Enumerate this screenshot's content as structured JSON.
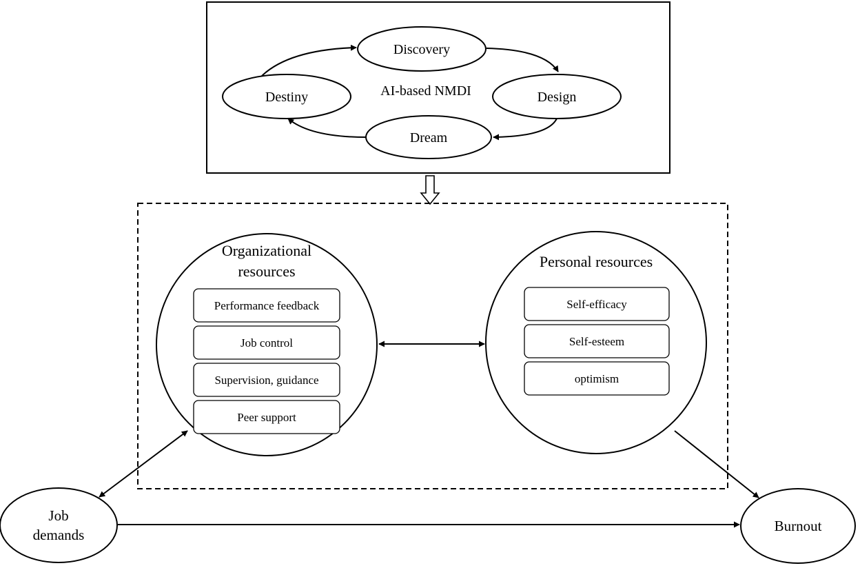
{
  "ai_cycle": {
    "center_label": "AI-based NMDI",
    "stages": {
      "discovery": "Discovery",
      "design": "Design",
      "dream": "Dream",
      "destiny": "Destiny"
    }
  },
  "organizational_resources": {
    "title_line1": "Organizational",
    "title_line2": "resources",
    "items": [
      "Performance feedback",
      "Job control",
      "Supervision,  guidance",
      "Peer support"
    ]
  },
  "personal_resources": {
    "title": "Personal resources",
    "items": [
      "Self-efficacy",
      "Self-esteem",
      "optimism"
    ]
  },
  "job_demands": {
    "line1": "Job",
    "line2": "demands"
  },
  "burnout": {
    "label": "Burnout"
  }
}
